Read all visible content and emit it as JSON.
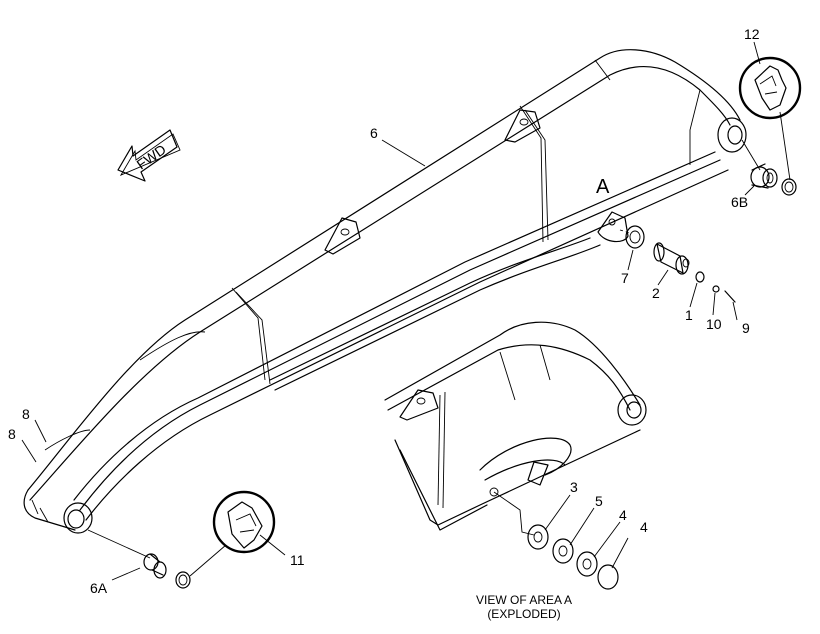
{
  "diagram": {
    "callouts": {
      "c1": "1",
      "c2": "2",
      "c3": "3",
      "c4a": "4",
      "c4b": "4",
      "c5": "5",
      "c6": "6",
      "c6A": "6A",
      "c6B": "6B",
      "c7": "7",
      "c8a": "8",
      "c8b": "8",
      "c9": "9",
      "c10": "10",
      "c11": "11",
      "c12": "12"
    },
    "area_label": "A",
    "fwd_label": "FWD",
    "view_caption_line1": "VIEW OF AREA A",
    "view_caption_line2": "(EXPLODED)"
  }
}
